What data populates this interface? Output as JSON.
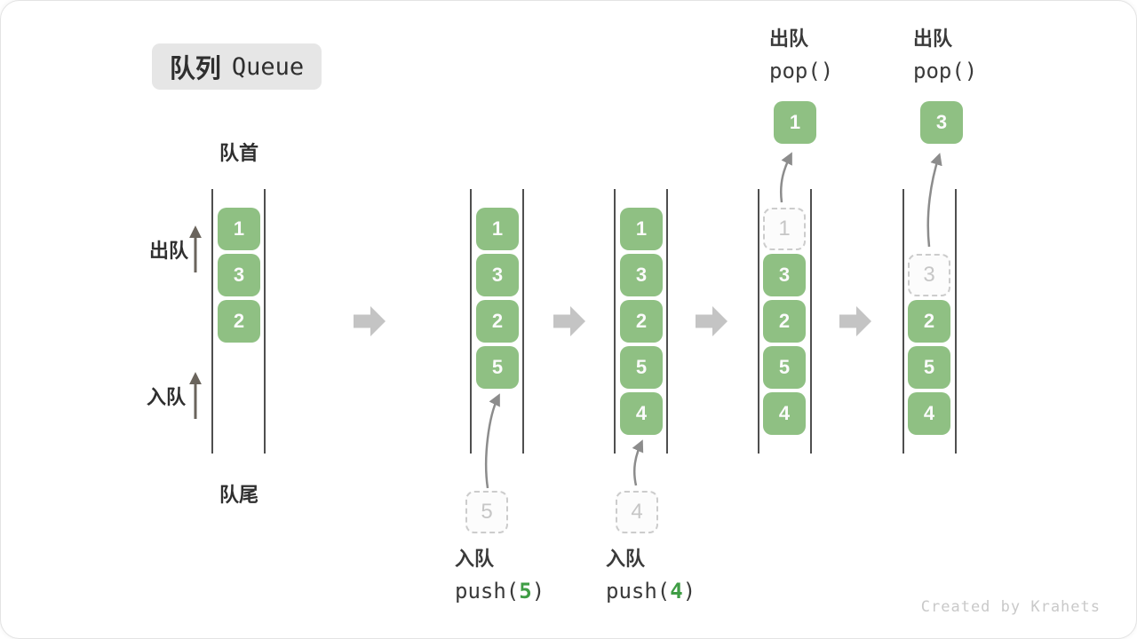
{
  "title": {
    "zh": "队列",
    "en": "Queue"
  },
  "side_labels": {
    "front": "队首",
    "rear": "队尾",
    "dequeue": "出队",
    "enqueue": "入队"
  },
  "colors": {
    "box-green": "#8FC083",
    "arg-green": "#3F9D45",
    "line-dark": "#4F4F4F",
    "flow-arrow-gray": "#C4C4C4",
    "curve-arrow-gray": "#8C8C8C",
    "side-arrow-gray": "#6A645C",
    "dashed-border": "#CCCCCC",
    "dashed-text": "#C6C6C6",
    "text-dark": "#333333",
    "badge-bg": "#E6E6E6",
    "watermark-gray": "#C9C9C9"
  },
  "states": [
    {
      "solid": [
        "1",
        "3",
        "2"
      ]
    },
    {
      "solid": [
        "1",
        "3",
        "2",
        "5"
      ],
      "staged": "5",
      "op_action": "入队",
      "op_pre": "push(",
      "op_arg": "5",
      "op_post": ")"
    },
    {
      "solid": [
        "1",
        "3",
        "2",
        "5",
        "4"
      ],
      "staged": "4",
      "op_action": "入队",
      "op_pre": "push(",
      "op_arg": "4",
      "op_post": ")"
    },
    {
      "ghost": "1",
      "solid": [
        "3",
        "2",
        "5",
        "4"
      ],
      "popped": "1",
      "op_action": "出队",
      "op_code": "pop()"
    },
    {
      "ghost": "3",
      "solid": [
        "2",
        "5",
        "4"
      ],
      "popped": "3",
      "op_action": "出队",
      "op_code": "pop()"
    }
  ],
  "watermark": "Created by Krahets"
}
